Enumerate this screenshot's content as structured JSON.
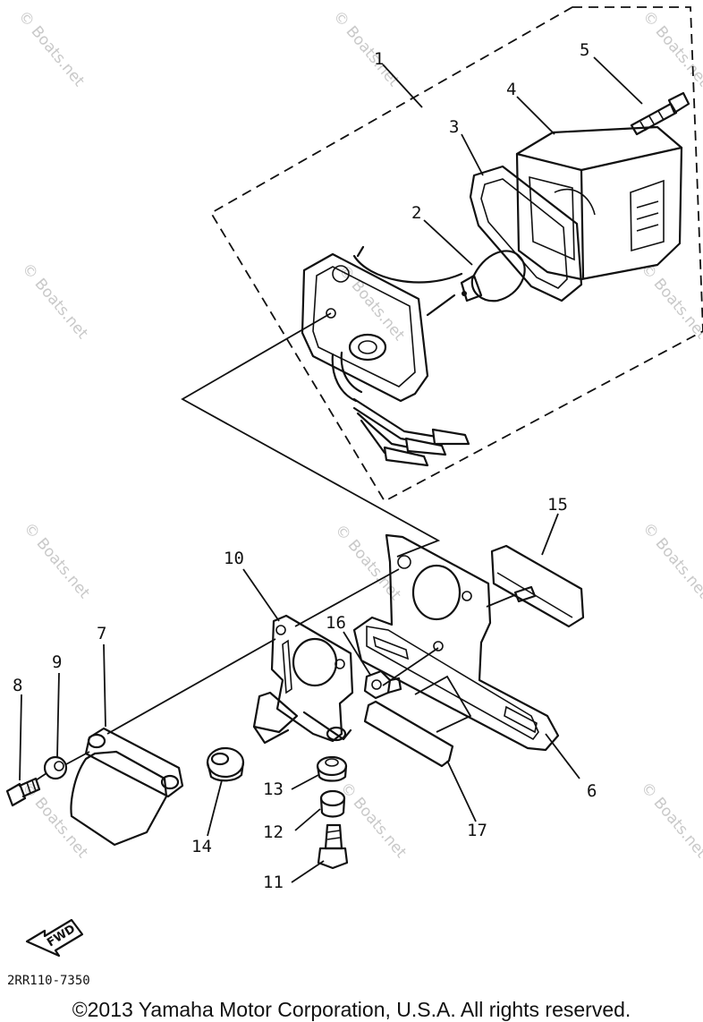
{
  "watermark": "© Boats.net",
  "part_labels": [
    "1",
    "2",
    "3",
    "4",
    "5",
    "6",
    "7",
    "8",
    "9",
    "10",
    "11",
    "12",
    "13",
    "14",
    "15",
    "16",
    "17"
  ],
  "diagram_code": "2RR110-7350",
  "fwd_label": "FWD",
  "copyright": "©2013 Yamaha Motor Corporation, U.S.A. All rights reserved."
}
